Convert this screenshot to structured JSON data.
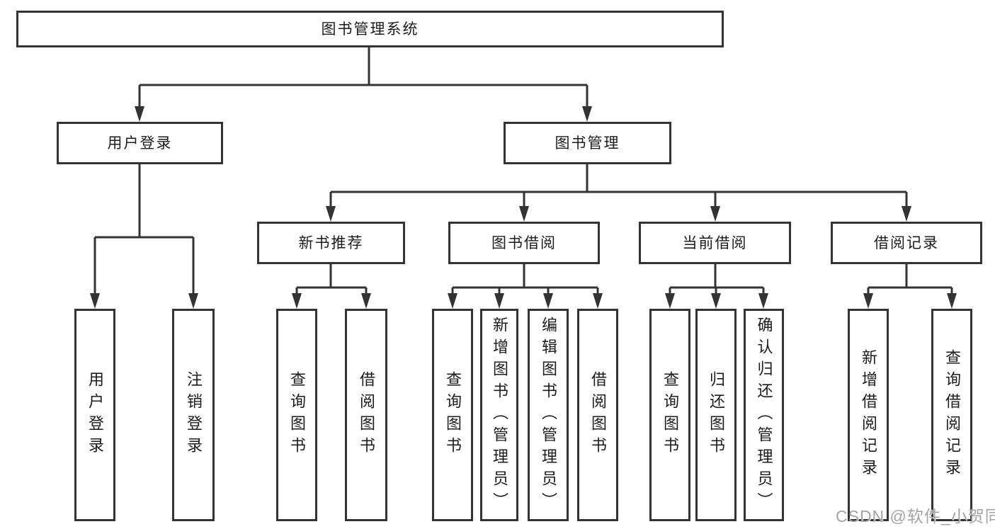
{
  "diagram": {
    "title_node": "图书管理系统",
    "colors": {
      "line": "#333333",
      "box_background": "#ffffff",
      "text": "#1c1c1c",
      "watermark": "#9e9e9e"
    }
  },
  "nodes": {
    "root": "图书管理系统",
    "user_login": "用户登录",
    "book_mgmt": "图书管理",
    "new_book_rec": "新书推荐",
    "book_borrow": "图书借阅",
    "current_borrow": "当前借阅",
    "borrow_records": "借阅记录",
    "ul_login": "用户登录",
    "ul_logout": "注销登录",
    "nb_query": "查询图书",
    "nb_borrow": "借阅图书",
    "bb_query": "查询图书",
    "bb_add": "新增图书（管理员）",
    "bb_edit": "编辑图书（管理员）",
    "bb_borrow": "借阅图书",
    "cb_query": "查询图书",
    "cb_return": "归还图书",
    "cb_confirm": "确认归还（管理员）",
    "br_add": "新增借阅记录",
    "br_query": "查询借阅记录"
  },
  "watermark": "CSDN @软件_小贺同学"
}
